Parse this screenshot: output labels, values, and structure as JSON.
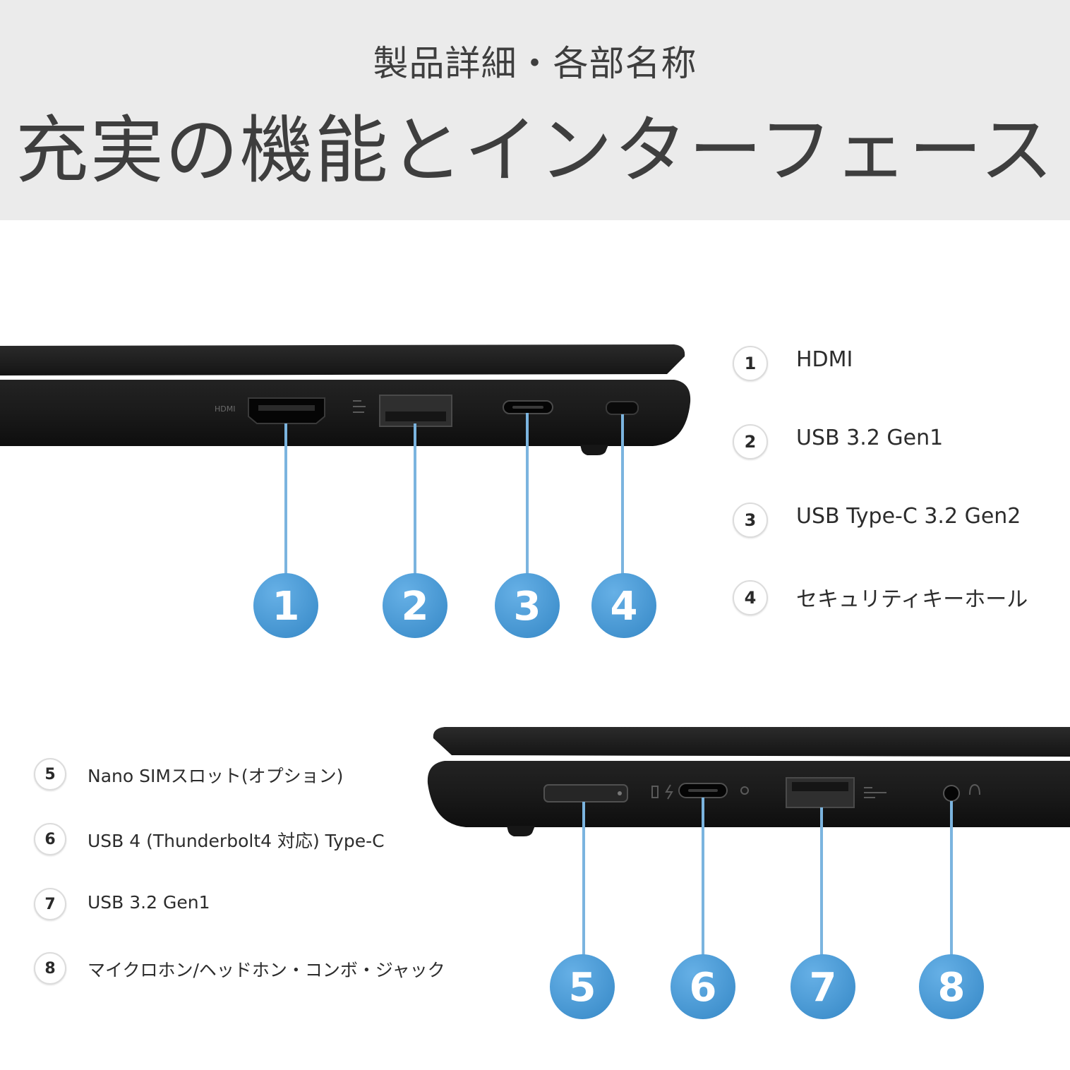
{
  "header": {
    "subtitle": "製品詳細・各部名称",
    "title": "充実の機能とインターフェース"
  },
  "ports_top": [
    {
      "num": "1",
      "label": "HDMI"
    },
    {
      "num": "2",
      "label": "USB 3.2 Gen1"
    },
    {
      "num": "3",
      "label": "USB Type-C 3.2 Gen2"
    },
    {
      "num": "4",
      "label": "セキュリティキーホール"
    }
  ],
  "ports_bottom": [
    {
      "num": "5",
      "label": "Nano SIMスロット(オプション)"
    },
    {
      "num": "6",
      "label": "USB 4 (Thunderbolt4 対応) Type-C"
    },
    {
      "num": "7",
      "label": "USB 3.2 Gen1"
    },
    {
      "num": "8",
      "label": "マイクロホン/ヘッドホン・コンボ・ジャック"
    }
  ],
  "port_markings": {
    "hdmi": "HDMI"
  },
  "colors": {
    "header_bg": "#ebebeb",
    "callout_blue": "#4a98d4",
    "leader_line": "#7bb4df",
    "laptop_body": "#1c1c1c"
  }
}
